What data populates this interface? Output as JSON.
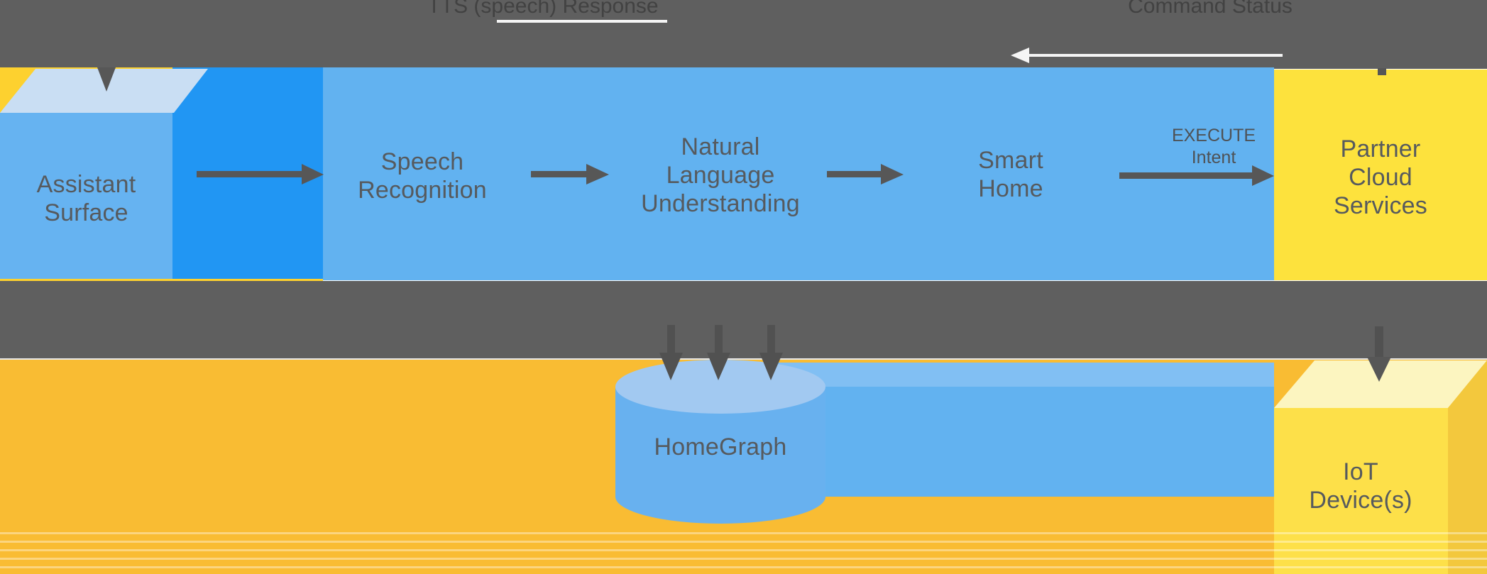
{
  "diagram_type": "smart-home-architecture-flow",
  "top_band": {
    "tts_label": "TTS (speech) Response",
    "command_status_label": "Command Status"
  },
  "nodes": {
    "assistant_surface": {
      "lines": [
        "Assistant",
        "Surface"
      ]
    },
    "speech_recognition": {
      "lines": [
        "Speech",
        "Recognition"
      ]
    },
    "natural_language_understanding": {
      "lines": [
        "Natural",
        "Language",
        "Understanding"
      ]
    },
    "smart_home": {
      "lines": [
        "Smart",
        "Home"
      ]
    },
    "execute_intent": {
      "lines": [
        "EXECUTE",
        "Intent"
      ]
    },
    "partner_cloud_services": {
      "lines": [
        "Partner",
        "Cloud",
        "Services"
      ]
    },
    "homegraph": {
      "label": "HomeGraph"
    },
    "iot_devices": {
      "lines": [
        "IoT",
        "Device(s)"
      ]
    }
  },
  "colors": {
    "band_gray": "#5f5f5f",
    "panel_blue": "#62b2f0",
    "deep_blue": "#2196f3",
    "assistant_front_blue": "#66b3f1",
    "assistant_top_blue": "#c9def3",
    "cylinder_body_blue": "#68b1ef",
    "cylinder_top_blue": "#a2c9f1",
    "bottom_yellow": "#f9bc33",
    "wedge_yellow": "#fdd12f",
    "partner_panel_yellow": "#fde23d",
    "iot_front_yellow": "#fde049",
    "iot_top_yellow": "#fcf5c0",
    "iot_side_yellow": "#f3c83d",
    "arrow_dark_gray": "#575757",
    "return_arrow_white": "#f5f5f5",
    "node_label_gray": "#565a5e",
    "band_label_gray": "#424242"
  }
}
